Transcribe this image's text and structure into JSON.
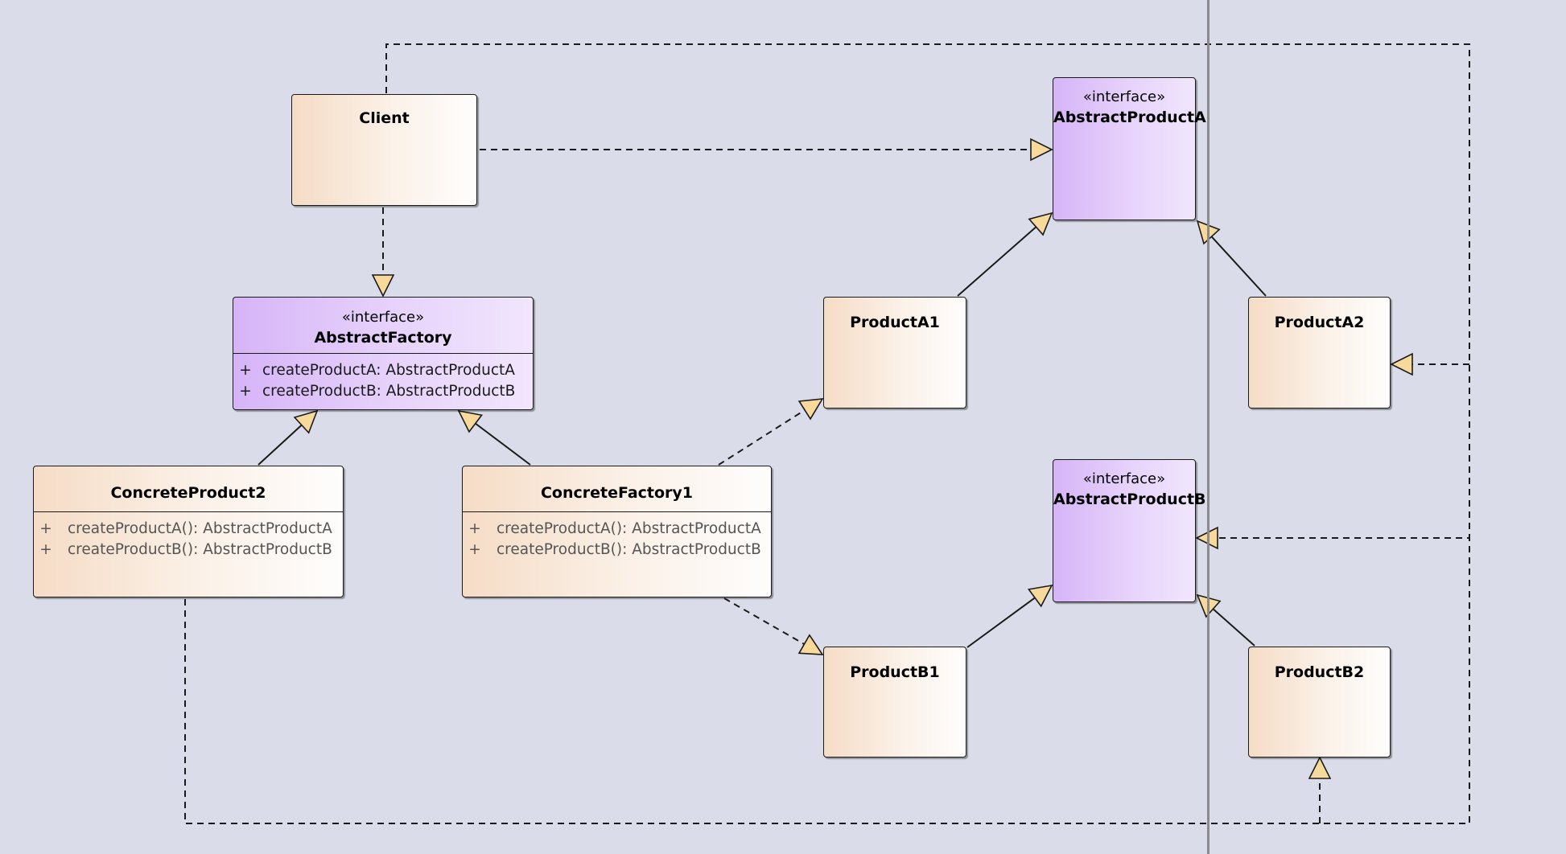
{
  "diagram": {
    "classes": {
      "client": {
        "name": "Client"
      },
      "abstract_factory": {
        "stereotype": "«interface»",
        "name": "AbstractFactory",
        "operations": [
          {
            "visibility": "+",
            "signature": "createProductA: AbstractProductA"
          },
          {
            "visibility": "+",
            "signature": "createProductB: AbstractProductB"
          }
        ]
      },
      "concrete_product2": {
        "name": "ConcreteProduct2",
        "operations": [
          {
            "visibility": "+",
            "signature": "createProductA(): AbstractProductA"
          },
          {
            "visibility": "+",
            "signature": "createProductB(): AbstractProductB"
          }
        ]
      },
      "concrete_factory1": {
        "name": "ConcreteFactory1",
        "operations": [
          {
            "visibility": "+",
            "signature": "createProductA(): AbstractProductA"
          },
          {
            "visibility": "+",
            "signature": "createProductB(): AbstractProductB"
          }
        ]
      },
      "abstract_product_a": {
        "stereotype": "«interface»",
        "name": "AbstractProductA"
      },
      "abstract_product_b": {
        "stereotype": "«interface»",
        "name": "AbstractProductB"
      },
      "product_a1": {
        "name": "ProductA1"
      },
      "product_a2": {
        "name": "ProductA2"
      },
      "product_b1": {
        "name": "ProductB1"
      },
      "product_b2": {
        "name": "ProductB2"
      }
    },
    "relationships": [
      {
        "type": "dependency",
        "from": "client",
        "to": "abstract_product_a"
      },
      {
        "type": "dependency",
        "from": "client",
        "to": "abstract_factory"
      },
      {
        "type": "dependency",
        "from": "client",
        "to": "abstract_product_b"
      },
      {
        "type": "dependency",
        "from": "client",
        "to": "product_a2"
      },
      {
        "type": "generalization",
        "from": "concrete_product2",
        "to": "abstract_factory"
      },
      {
        "type": "generalization",
        "from": "concrete_factory1",
        "to": "abstract_factory"
      },
      {
        "type": "dependency",
        "from": "concrete_factory1",
        "to": "product_a1"
      },
      {
        "type": "dependency",
        "from": "concrete_factory1",
        "to": "product_b1"
      },
      {
        "type": "generalization",
        "from": "product_a1",
        "to": "abstract_product_a"
      },
      {
        "type": "generalization",
        "from": "product_a2",
        "to": "abstract_product_a"
      },
      {
        "type": "generalization",
        "from": "product_b1",
        "to": "abstract_product_b"
      },
      {
        "type": "generalization",
        "from": "product_b2",
        "to": "abstract_product_b"
      },
      {
        "type": "dependency",
        "from": "concrete_product2",
        "to": "product_b2"
      }
    ],
    "colors": {
      "background": "#dadde9",
      "class_fill": "#f5dcc6",
      "interface_fill": "#d6b4f7",
      "arrowhead_fill": "#f8d99c",
      "line": "#1a1a1a",
      "lane_divider": "#8a8a8a"
    }
  }
}
